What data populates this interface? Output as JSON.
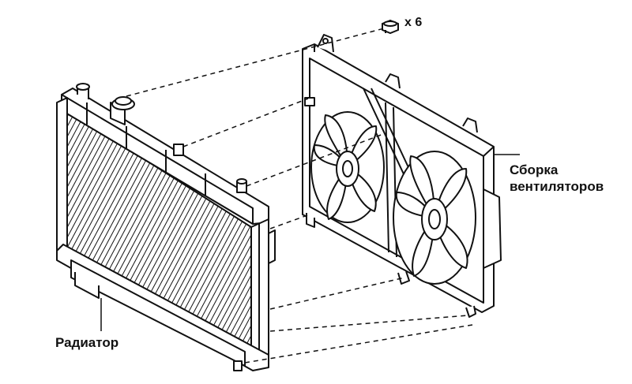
{
  "labels": {
    "radiator": "Радиатор",
    "fan_assembly_line1": "Сборка",
    "fan_assembly_line2": "вентиляторов",
    "bolt_quantity": "x 6"
  },
  "colors": {
    "ink": "#111111",
    "background": "#ffffff"
  }
}
